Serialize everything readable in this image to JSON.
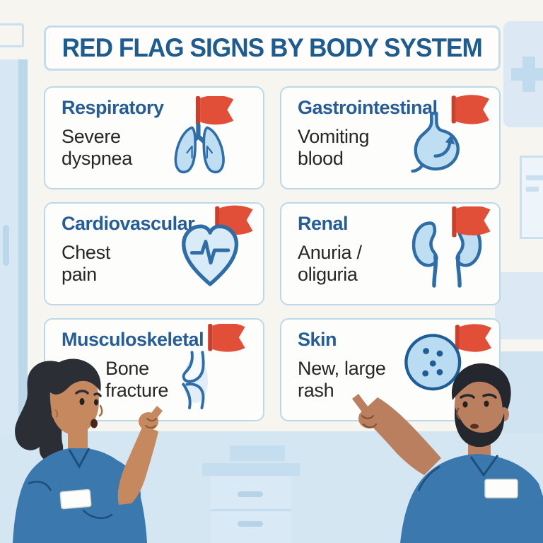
{
  "title": "RED FLAG SIGNS BY BODY SYSTEM",
  "cards": [
    {
      "system": "Respiratory",
      "sign_line1": "Severe",
      "sign_line2": "dyspnea",
      "icon": "lungs-icon"
    },
    {
      "system": "Gastrointestinal",
      "sign_line1": "Vomiting",
      "sign_line2": "blood",
      "icon": "stomach-icon"
    },
    {
      "system": "Cardiovascular",
      "sign_line1": "Chest",
      "sign_line2": "pain",
      "icon": "heart-ecg-icon"
    },
    {
      "system": "Renal",
      "sign_line1": "Anuria /",
      "sign_line2": "oliguria",
      "icon": "kidneys-icon"
    },
    {
      "system": "Musculoskeletal",
      "sign_line1": "Bone",
      "sign_line2": "fracture",
      "icon": "bone-joint-icon"
    },
    {
      "system": "Skin",
      "sign_line1": "New, large",
      "sign_line2": "rash",
      "icon": "skin-rash-icon"
    }
  ],
  "icons": {
    "flag": "red-flag-icon",
    "left_person": "female-clinician-pointing-up",
    "right_person": "male-clinician-pointing-up"
  },
  "colors": {
    "flag_red": "#e14f38",
    "flag_pole": "#c9402c",
    "heading_blue": "#1e5c90",
    "card_title_blue": "#275d96",
    "body_text": "#272727",
    "card_border": "#bcd9ea",
    "icon_outline": "#2f6da6",
    "icon_fill": "#bfdef2",
    "scrubs_blue": "#3a78ad",
    "skin_left": "#c6895f",
    "skin_right": "#b97f5e",
    "hair_dark": "#2b2e34",
    "wall": "#f7f5f0",
    "floor": "#d3e6f2"
  }
}
